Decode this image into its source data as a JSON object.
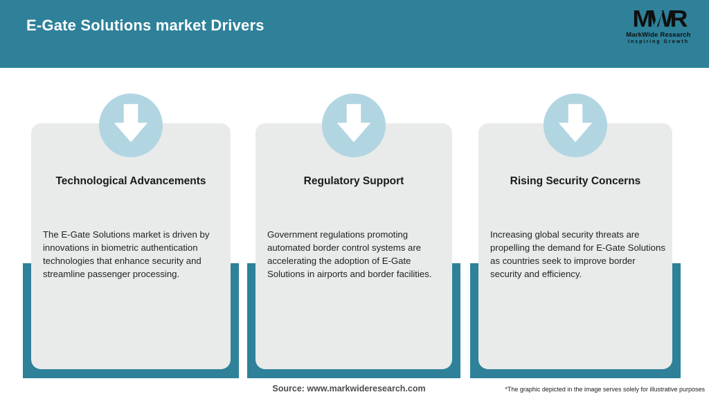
{
  "header": {
    "title": "E-Gate Solutions market Drivers",
    "logo": {
      "acronym": "MWR",
      "name": "MarkWide Research",
      "tagline": "Inspiring Growth"
    }
  },
  "cards": [
    {
      "icon": "arrow-down-icon",
      "title": "Technological Advancements",
      "body": "The E-Gate Solutions market is driven by innovations in biometric authentication technologies that enhance security and streamline passenger processing."
    },
    {
      "icon": "arrow-down-icon",
      "title": "Regulatory Support",
      "body": "Government regulations promoting automated border control systems are accelerating the adoption of E-Gate Solutions in airports and border facilities."
    },
    {
      "icon": "arrow-down-icon",
      "title": "Rising Security Concerns",
      "body": "Increasing global security threats are propelling the demand for E-Gate Solutions as countries seek to improve border security and efficiency."
    }
  ],
  "footer": {
    "source": "Source: www.markwideresearch.com",
    "disclaimer": "*The graphic depicted in the image serves solely for illustrative purposes"
  },
  "colors": {
    "header_teal": "#2e8199",
    "frame_teal": "#2e8199",
    "circle_blue": "#b2d5e2",
    "card_gray": "#e8ebea",
    "title_text": "#ffffff",
    "body_text": "#1f1f1f"
  }
}
